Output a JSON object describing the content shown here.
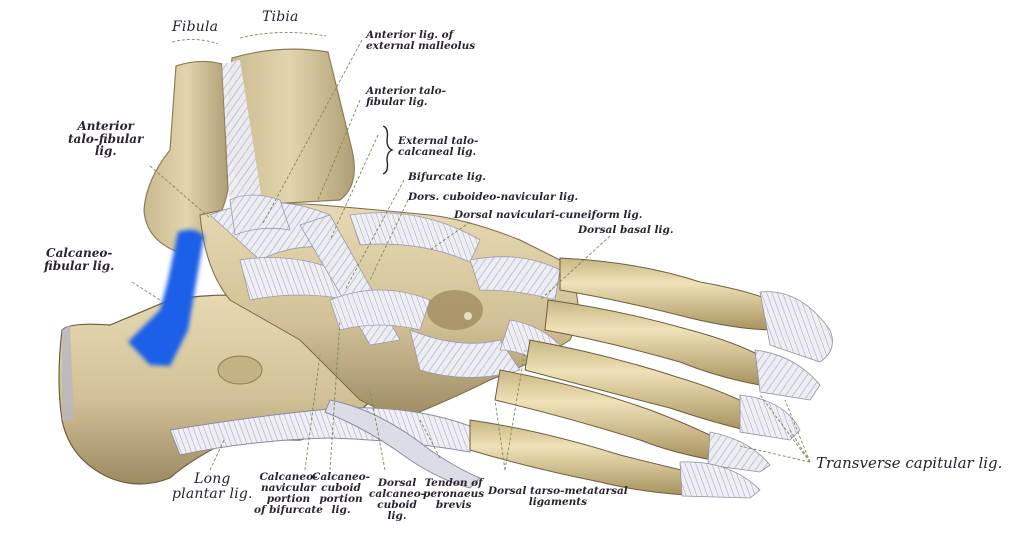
{
  "figure": {
    "subject": "Lateral view of the ligaments of the ankle and foot",
    "highlight": {
      "structure": "Calcaneofibular ligament",
      "color": "#1a5fe8"
    },
    "colors": {
      "bone": "#d8c9a0",
      "bone_shadow": "#8b7a55",
      "ligament": "#e4e4ee",
      "ligament_stroke": "#9a9aae",
      "label_text": "#2a2230",
      "leader_line": "#7a8a5a"
    }
  },
  "labels": {
    "fibula": "Fibula",
    "tibia": "Tibia",
    "anterior_lig_external_malleolus": "Anterior lig. of\nexternal malleolus",
    "anterior_talofibular_right": "Anterior talo-\nfibular lig.",
    "anterior_talofibular_left": "Anterior\ntalo-fibular\nlig.",
    "external_talocalcaneal": "External talo-\ncalcaneal lig.",
    "bifurcate": "Bifurcate lig.",
    "dors_cuboideo_navicular": "Dors. cuboideo-navicular lig.",
    "dorsal_naviculari_cuneiform": "Dorsal naviculari-cuneiform lig.",
    "dorsal_basal": "Dorsal basal lig.",
    "calcaneo_fibular": "Calcaneo-\nfibular lig.",
    "long_plantar": "Long\nplantar lig.",
    "calcaneo_navicular_portion": "Calcaneo-\nnavicular\nportion\nof bifurcate",
    "calcaneo_cuboid_portion": "Calcaneo-\ncuboid\nportion\nlig.",
    "dorsal_calcaneo_cuboid": "Dorsal\ncalcaneo-\ncuboid\nlig.",
    "tendon_peronaeus_brevis": "Tendon of\nperonaeus\nbrevis",
    "dorsal_tarso_metatarsal": "Dorsal tarso-metatarsal\nligaments",
    "transverse_capitular": "Transverse capitular lig."
  }
}
